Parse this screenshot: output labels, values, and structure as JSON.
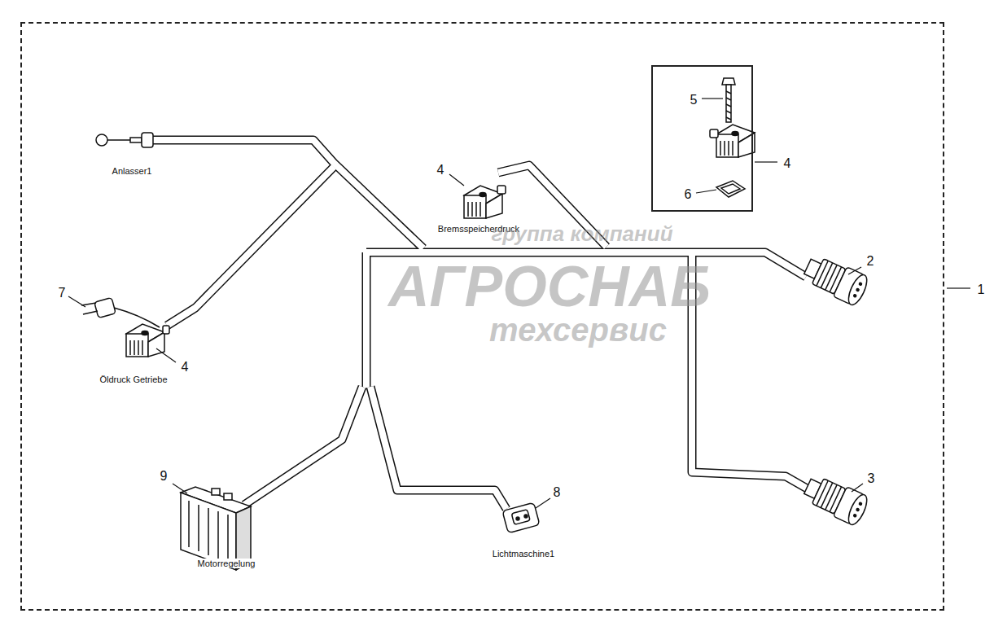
{
  "diagram": {
    "nodes": [
      {
        "text": [
          "1"
        ]
      },
      {
        "text": [
          "5",
          "4",
          "6"
        ],
        "in": 0
      }
    ],
    "labels": [
      "Anlasser1",
      "4",
      "Bremsspeicherdruck",
      "2",
      "7",
      "4",
      "Öldruck Getriebe",
      "3",
      "9",
      "8",
      "Motorregelung",
      "Lichtmaschine1",
      "группа компаний",
      "АГРОСНАБ",
      "техсервис"
    ]
  }
}
